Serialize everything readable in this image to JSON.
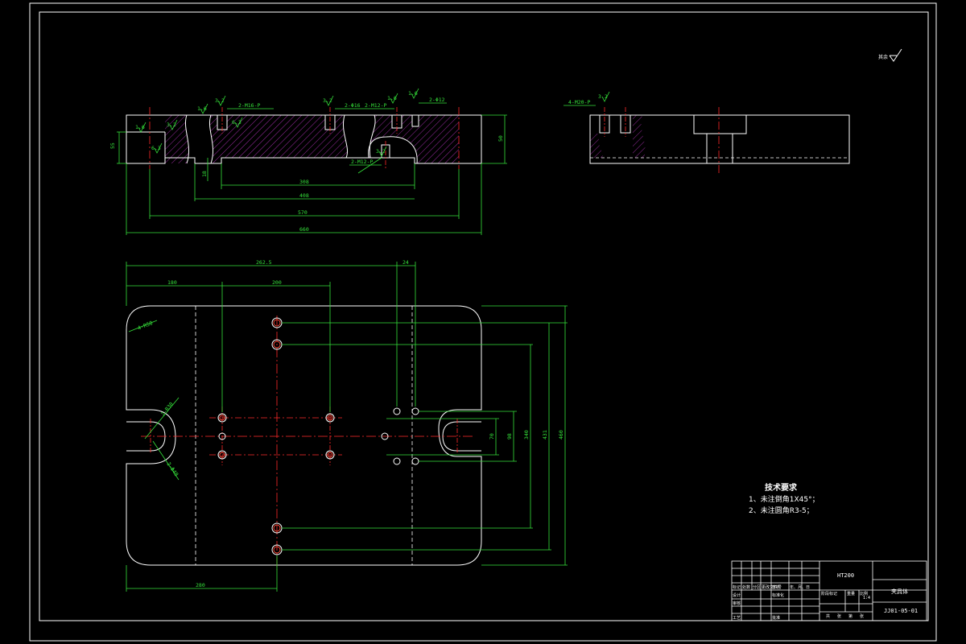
{
  "drawing": {
    "roughness_symbol": {
      "prefix": "其余",
      "value": ""
    },
    "top_section": {
      "dims": {
        "d308": "308",
        "d408": "408",
        "d570": "570",
        "d660": "660",
        "d55": "55",
        "d50": "50",
        "d18": "18"
      },
      "callouts": {
        "m16_left": "2-M16-P",
        "m16_mid": "2-Φ16",
        "m12_top": "2-M12-P",
        "phi12": "2-Φ12",
        "m12_bottom": "2-M12-P"
      },
      "roughness_marks": [
        "1.6",
        "3.2",
        "1.6",
        "3.2",
        "6.3",
        "3.2",
        "6.3",
        "1.6",
        "1.6",
        "3.2"
      ]
    },
    "side_view": {
      "callout": "4-M20-P",
      "roughness": "3.2"
    },
    "plan_view": {
      "dims": {
        "top_overall": "262.5",
        "top_small": "24",
        "left_180": "180",
        "left_200": "200",
        "bottom_280": "280",
        "r_radius": "4-R50",
        "slot_r1": "2-R30",
        "slot_r2": "2-Φ48",
        "right_a": "70",
        "right_b": "98",
        "right_c": "340",
        "right_d": "431",
        "right_e": "460"
      }
    },
    "tech_notes": {
      "title": "技术要求",
      "lines": [
        "1、未注倒角1X45°；",
        "2、未注圆角R3-5；"
      ]
    },
    "title_block": {
      "material": "HT200",
      "part_name": "夹具体",
      "drawing_no": "JJ01-05-01",
      "scale": "1:4",
      "labels": [
        "标记",
        "处数",
        "分区",
        "更改文件号",
        "签名",
        "年、月、日",
        "设计",
        "标准化",
        "审核",
        "工艺",
        "批准",
        "阶段标记",
        "重量",
        "比例",
        "共",
        "张",
        "第",
        "张"
      ]
    },
    "colors": {
      "outline": "#ffffff",
      "dimension": "#35e13a",
      "center": "#ff2a2a",
      "hatch": "#c236c9",
      "hole": "#ff4a3a"
    }
  }
}
